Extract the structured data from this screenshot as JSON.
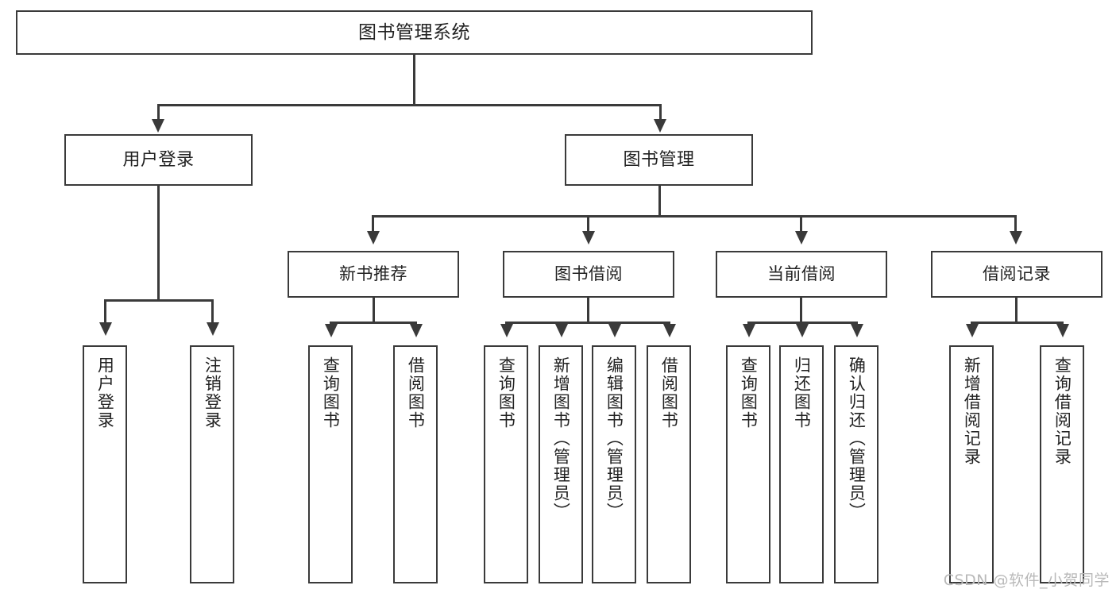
{
  "diagram": {
    "title": "图书管理系统",
    "type": "tree-hierarchy-diagram",
    "watermark": "CSDN @软件_小贺同学",
    "accent_color": "#3a3a3a",
    "background_color": "#ffffff",
    "root": {
      "label": "图书管理系统"
    },
    "tier2": [
      {
        "label": "用户登录"
      },
      {
        "label": "图书管理"
      }
    ],
    "tier3": [
      {
        "label": "新书推荐"
      },
      {
        "label": "图书借阅"
      },
      {
        "label": "当前借阅"
      },
      {
        "label": "借阅记录"
      }
    ],
    "leaves": {
      "user_login": [
        {
          "label": "用户登录"
        },
        {
          "label": "注销登录"
        }
      ],
      "new_book_recommend": [
        {
          "label": "查询图书"
        },
        {
          "label": "借阅图书"
        }
      ],
      "book_borrow": [
        {
          "label": "查询图书"
        },
        {
          "label": "新增图书（管理员）"
        },
        {
          "label": "编辑图书（管理员）"
        },
        {
          "label": "借阅图书"
        }
      ],
      "current_borrow": [
        {
          "label": "查询图书"
        },
        {
          "label": "归还图书"
        },
        {
          "label": "确认归还（管理员）"
        }
      ],
      "borrow_records": [
        {
          "label": "新增借阅记录"
        },
        {
          "label": "查询借阅记录"
        }
      ]
    }
  }
}
